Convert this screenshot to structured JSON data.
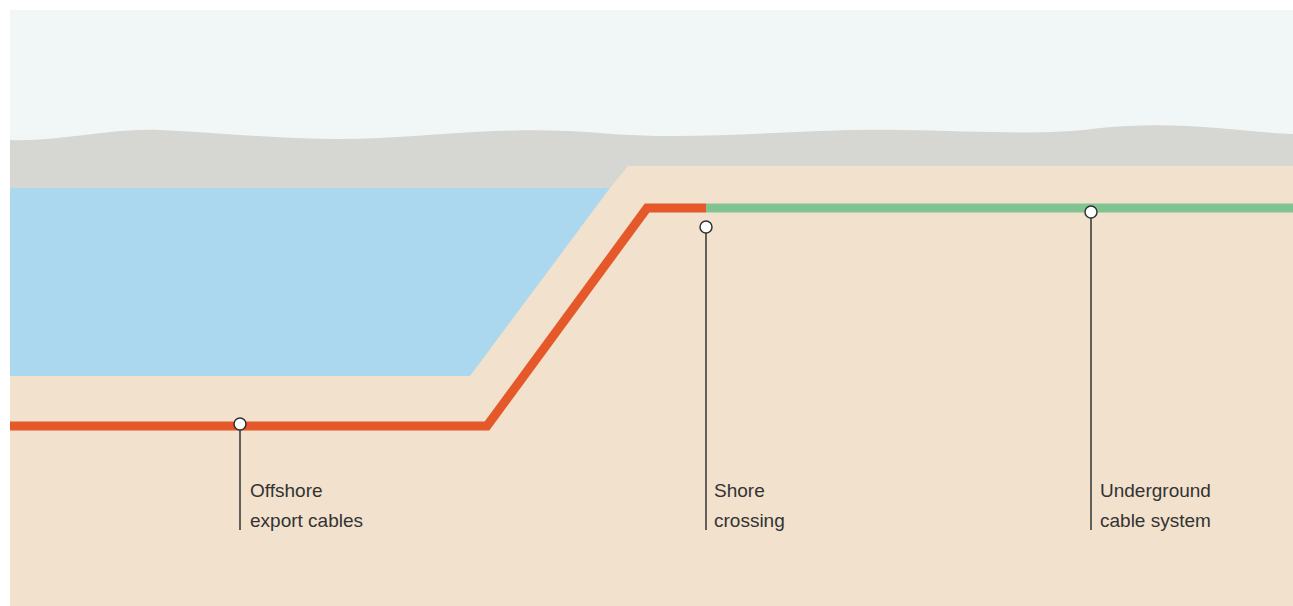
{
  "diagram": {
    "labels": [
      "Offshore export cables",
      "Shore crossing",
      "Underground cable system"
    ]
  }
}
